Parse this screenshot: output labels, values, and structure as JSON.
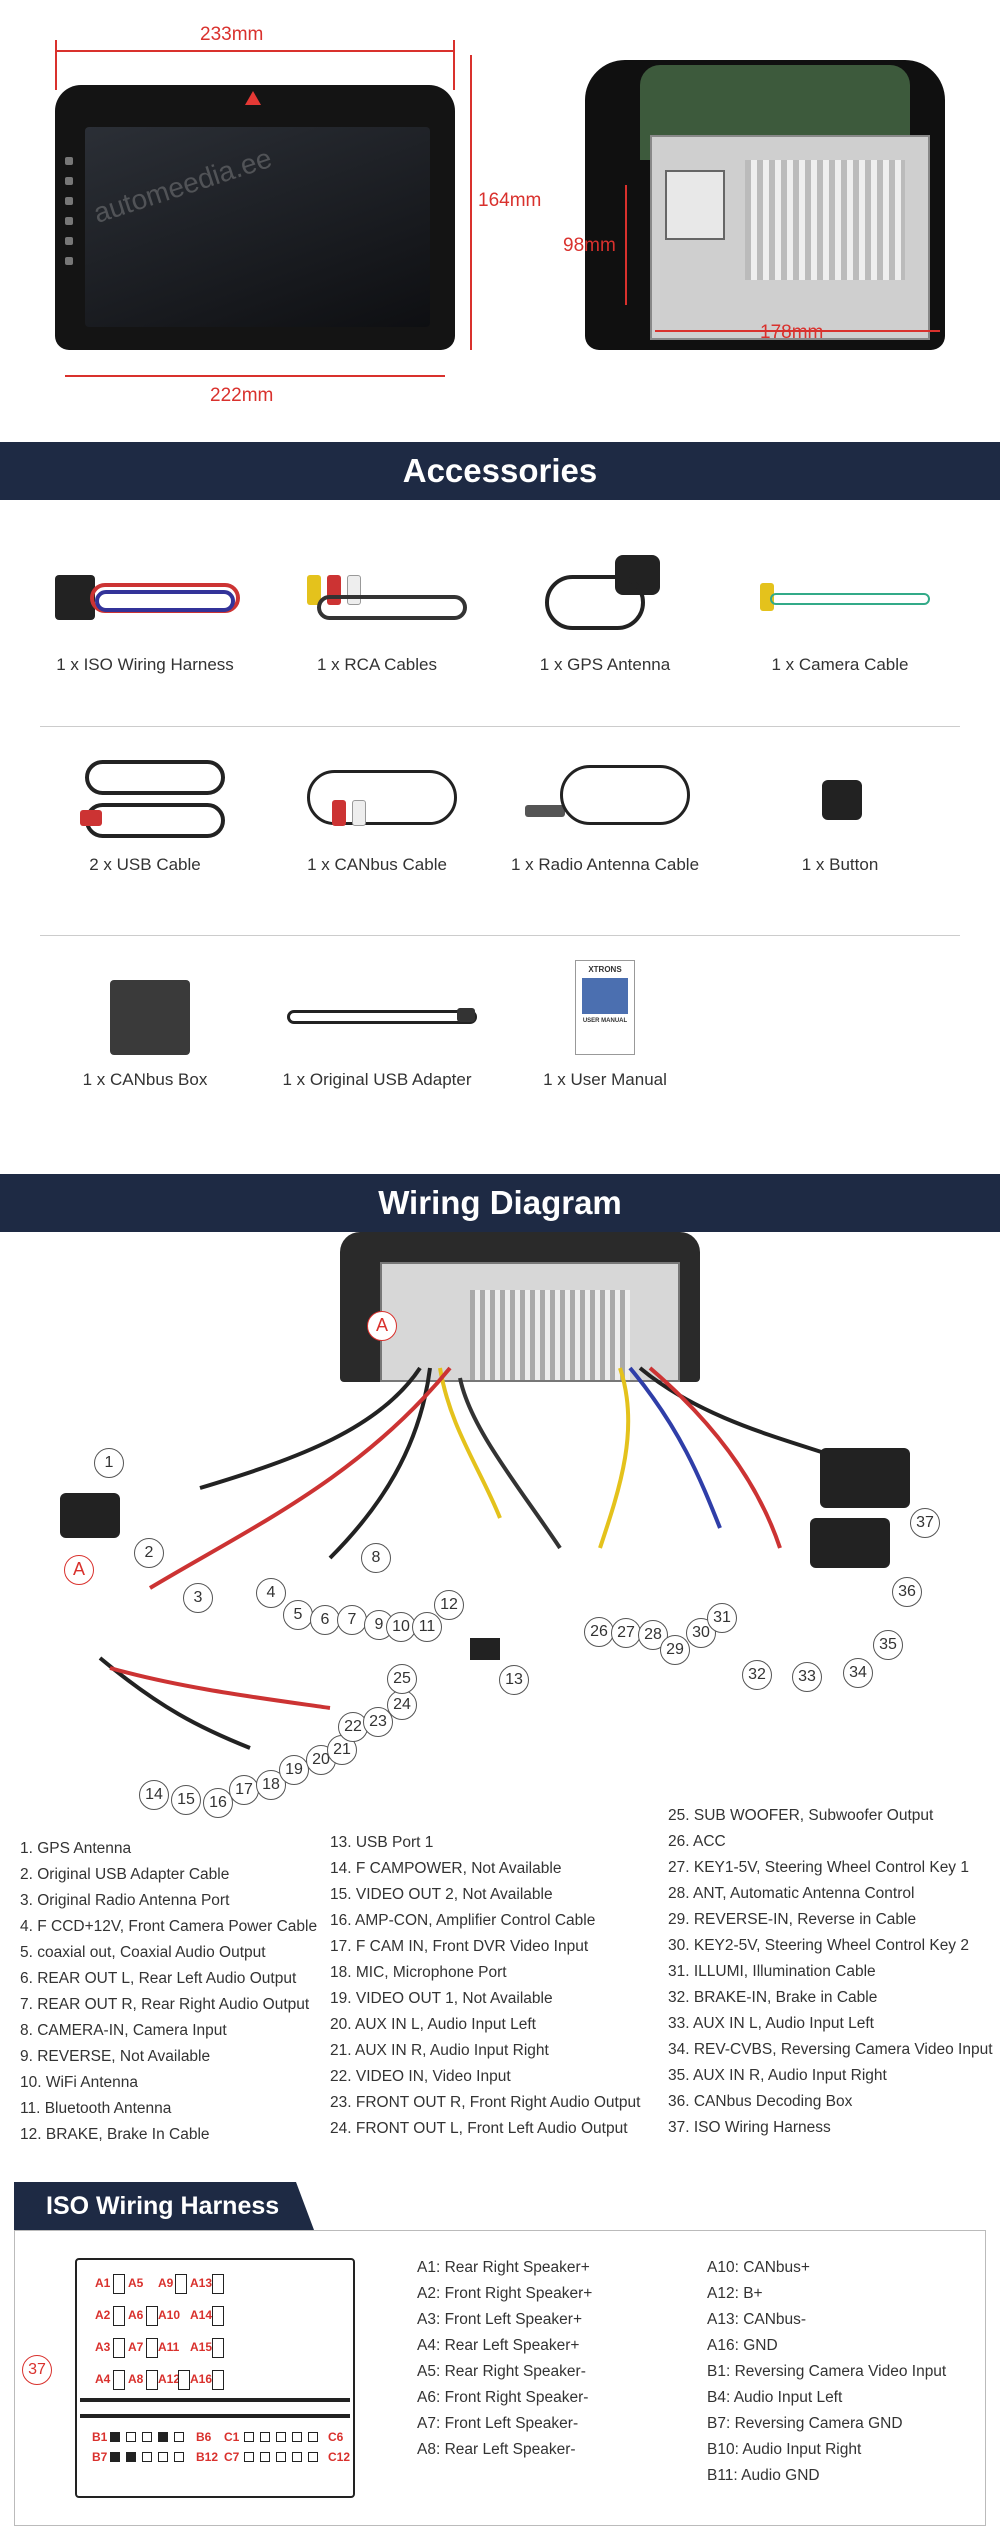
{
  "dimensions": {
    "front_width": "233mm",
    "front_height": "164mm",
    "front_bottom_width": "222mm",
    "back_depth": "98mm",
    "back_width": "178mm"
  },
  "watermark": "automeedia.ee",
  "accessories_title": "Accessories",
  "accessories": [
    {
      "label": "1 x ISO Wiring Harness",
      "icon": "iso-harness-icon"
    },
    {
      "label": "1 x RCA Cables",
      "icon": "rca-cables-icon"
    },
    {
      "label": "1 x GPS Antenna",
      "icon": "gps-antenna-icon"
    },
    {
      "label": "1 x Camera Cable",
      "icon": "camera-cable-icon"
    },
    {
      "label": "2 x USB Cable",
      "icon": "usb-cable-icon"
    },
    {
      "label": "1 x CANbus Cable",
      "icon": "canbus-cable-icon"
    },
    {
      "label": "1 x Radio Antenna Cable",
      "icon": "radio-antenna-cable-icon"
    },
    {
      "label": "1 x Button",
      "icon": "button-icon"
    },
    {
      "label": "1 x CANbus Box",
      "icon": "canbus-box-icon"
    },
    {
      "label": "1 x Original USB Adapter",
      "icon": "usb-adapter-icon"
    },
    {
      "label": "1 x User Manual",
      "icon": "user-manual-icon"
    }
  ],
  "manual": {
    "brand": "XTRONS",
    "title": "USER MANUAL"
  },
  "wiring_title": "Wiring Diagram",
  "wiring_marker": "A",
  "wiring_legend": {
    "col1": [
      "1. GPS Antenna",
      "2. Original USB Adapter Cable",
      "3. Original Radio Antenna Port",
      "4. F CCD+12V, Front Camera Power Cable",
      "5. coaxial out, Coaxial Audio Output",
      "6. REAR OUT L, Rear Left Audio Output",
      "7. REAR OUT R, Rear Right Audio Output",
      "8. CAMERA-IN, Camera Input",
      "9. REVERSE, Not Available",
      "10. WiFi Antenna",
      "11. Bluetooth Antenna",
      "12. BRAKE, Brake In Cable"
    ],
    "col2": [
      "13. USB Port 1",
      "14. F CAMPOWER, Not Available",
      "15. VIDEO OUT 2, Not Available",
      "16. AMP-CON, Amplifier Control Cable",
      "17. F CAM IN, Front DVR Video Input",
      "18. MIC, Microphone Port",
      "19. VIDEO OUT 1, Not Available",
      "20. AUX IN L, Audio Input Left",
      "21. AUX IN R, Audio Input Right",
      "22. VIDEO IN, Video Input",
      "23. FRONT OUT R, Front Right Audio Output",
      "24. FRONT OUT L, Front Left Audio Output"
    ],
    "col3": [
      "25. SUB WOOFER, Subwoofer Output",
      "26. ACC",
      "27. KEY1-5V, Steering Wheel Control Key 1",
      "28. ANT, Automatic Antenna Control",
      "29. REVERSE-IN, Reverse in Cable",
      "30. KEY2-5V, Steering Wheel Control Key 2",
      "31. ILLUMI, Illumination Cable",
      "32. BRAKE-IN, Brake in Cable",
      "33. AUX IN L, Audio Input Left",
      "34. REV-CVBS, Reversing Camera Video Input",
      "35. AUX IN R, Audio Input Right",
      "36. CANbus Decoding Box",
      "37. ISO Wiring Harness"
    ]
  },
  "iso_title": "ISO Wiring Harness",
  "iso_ref": "37",
  "iso_pins": {
    "col1": [
      "A1: Rear Right Speaker+",
      "A2: Front Right Speaker+",
      "A3: Front Left Speaker+",
      "A4: Rear Left Speaker+",
      "A5: Rear Right Speaker-",
      "A6: Front Right Speaker-",
      "A7: Front Left Speaker-",
      "A8: Rear Left Speaker-"
    ],
    "col2": [
      "A10: CANbus+",
      "A12: B+",
      "A13: CANbus-",
      "A16: GND",
      "B1: Reversing Camera Video Input",
      "B4: Audio Input Left",
      "B7: Reversing Camera GND",
      "B10: Audio Input Right",
      "B11: Audio GND"
    ]
  },
  "iso_connector_labels": {
    "row1": [
      "A1",
      "A5",
      "A9",
      "A13"
    ],
    "row2": [
      "A2",
      "A6",
      "A10",
      "A14"
    ],
    "row3": [
      "A3",
      "A7",
      "A11",
      "A15"
    ],
    "row4": [
      "A4",
      "A8",
      "A12",
      "A16"
    ],
    "b_row1": [
      "B1",
      "B6",
      "C1",
      "C6"
    ],
    "b_row2": [
      "B7",
      "B12",
      "C7",
      "C12"
    ]
  },
  "colors": {
    "banner": "#1e2a44",
    "accent": "#d9312d"
  }
}
